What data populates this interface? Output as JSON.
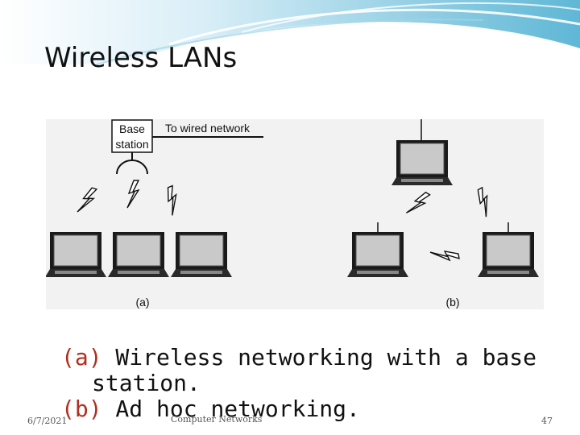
{
  "slide": {
    "title": "Wireless LANs",
    "colors": {
      "banner_light": "#e3f2f9",
      "banner_mid": "#7fc6de",
      "banner_dark": "#1f8fb8",
      "caption_tag": "#b0301f"
    }
  },
  "figure": {
    "base_station_label_line1": "Base",
    "base_station_label_line2": "station",
    "wired_label": "To wired network",
    "panel_a_label": "(a)",
    "panel_b_label": "(b)",
    "icons": [
      "laptop-icon",
      "lightning-icon",
      "antenna-icon"
    ]
  },
  "caption": {
    "a_tag": "(a)",
    "a_text": " Wireless networking with a base station.",
    "a_text_line1": " Wireless networking with a base",
    "a_text_line2": "station.",
    "b_tag": "(b)",
    "b_text": " Ad hoc networking."
  },
  "footer": {
    "date": "6/7/2021",
    "title": "Computer Networks",
    "page": "47"
  }
}
